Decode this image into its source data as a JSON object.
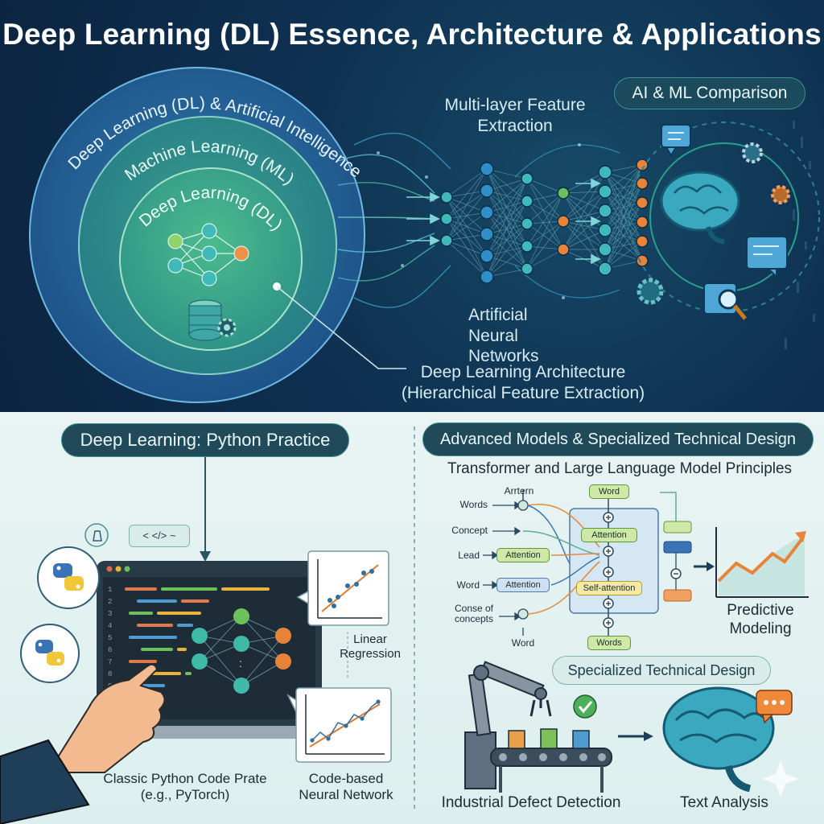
{
  "title": "Deep Learning (DL) Essence, Architecture & Applications",
  "venn": {
    "outer": "Deep Learning (DL) & Artificial Intelligence",
    "middle": "Machine Learning (ML)",
    "inner": "Deep Learning (DL)"
  },
  "top_labels": {
    "feature_extraction": "Multi-layer Feature Extraction",
    "ai_ml_comparison": "AI & ML Comparison",
    "ann": "Artificial Neural Networks",
    "architecture_line1": "Deep Learning Architecture",
    "architecture_line2": "(Hierarchical Feature Extraction)"
  },
  "python": {
    "header": "Deep Learning: Python Practice",
    "code_tag": "< </> ~",
    "linear_regression": "Linear Regression",
    "classic_line1": "Classic Python Code Prate",
    "classic_line2": "(e.g., PyTorch)",
    "code_based_line1": "Code-based",
    "code_based_line2": "Neural Network",
    "line_numbers": [
      "1",
      "2",
      "3",
      "4",
      "5",
      "6",
      "7",
      "8",
      "9"
    ]
  },
  "advanced": {
    "header": "Advanced Models & Specialized Technical Design",
    "subheader": "Transformer and Large Language Model Principles",
    "labels": {
      "arrtern": "Arrtern",
      "words": "Words",
      "concept": "Concept",
      "lead": "Lead",
      "word": "Word",
      "conse": "Conse of concepts",
      "word_bottom": "Word"
    },
    "boxes": {
      "attention_left1": "Attention",
      "attention_left2": "Attention",
      "word_top": "Word",
      "attention_center": "Attention",
      "self_attention": "Self-attention",
      "words_bottom": "Words"
    },
    "predictive_line1": "Predictive",
    "predictive_line2": "Modeling",
    "specialized": "Specialized Technical Design",
    "industrial": "Industrial Defect Detection",
    "text_analysis": "Text Analysis"
  },
  "colors": {
    "teal": "#2fa3a8",
    "orange": "#e8833a",
    "green": "#6cc15a",
    "blue": "#2f7fc1"
  }
}
